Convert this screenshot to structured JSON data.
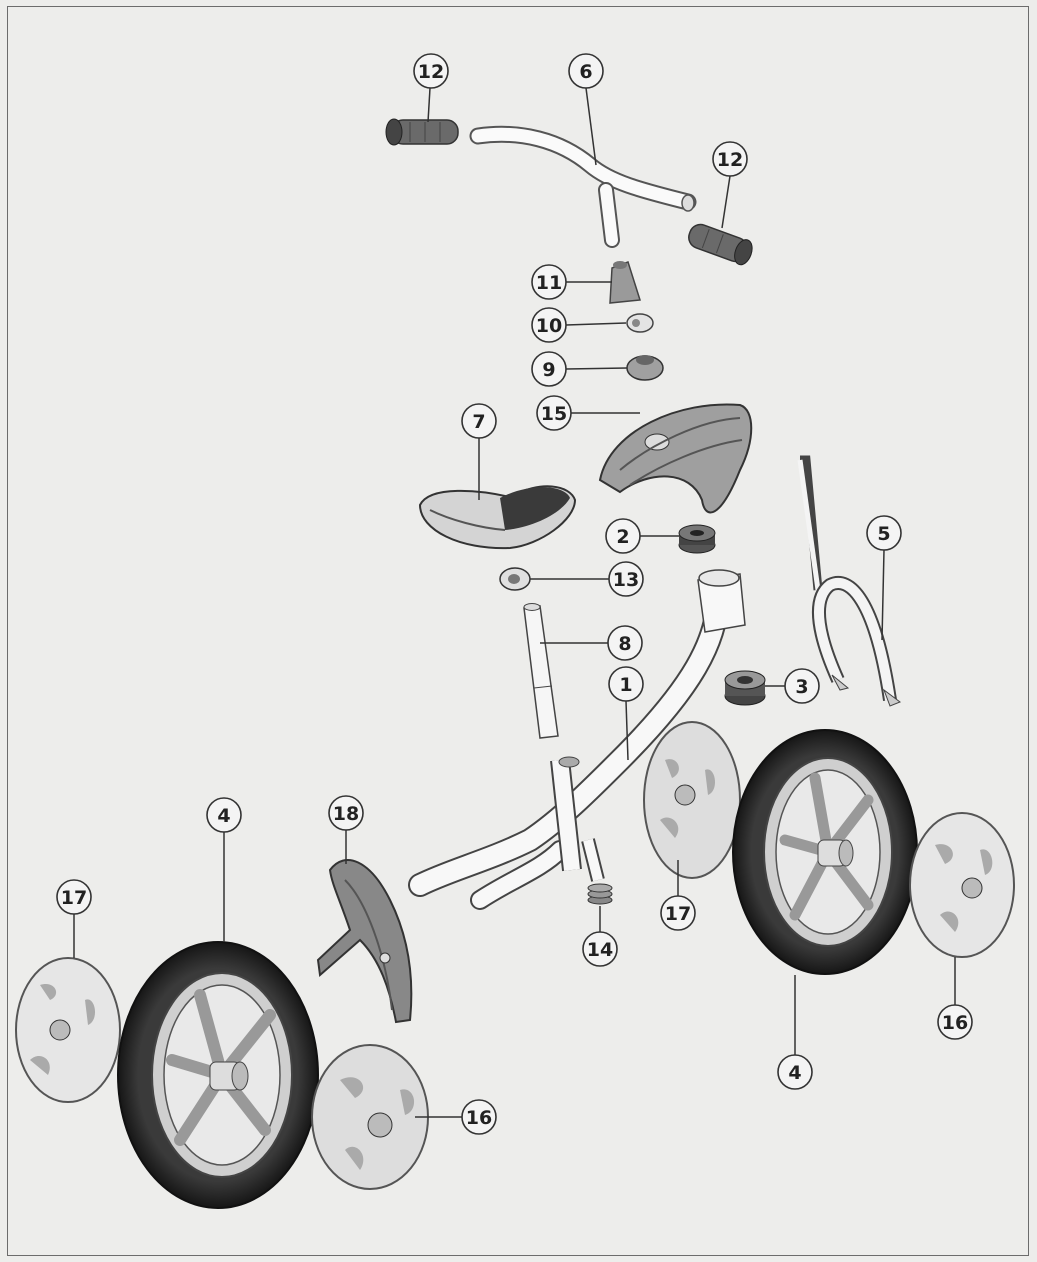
{
  "diagram": {
    "callouts": [
      {
        "id": "c12a",
        "label": "12"
      },
      {
        "id": "c6",
        "label": "6"
      },
      {
        "id": "c12b",
        "label": "12"
      },
      {
        "id": "c11",
        "label": "11"
      },
      {
        "id": "c10",
        "label": "10"
      },
      {
        "id": "c9",
        "label": "9"
      },
      {
        "id": "c15",
        "label": "15"
      },
      {
        "id": "c7",
        "label": "7"
      },
      {
        "id": "c2",
        "label": "2"
      },
      {
        "id": "c13",
        "label": "13"
      },
      {
        "id": "c5",
        "label": "5"
      },
      {
        "id": "c8",
        "label": "8"
      },
      {
        "id": "c3",
        "label": "3"
      },
      {
        "id": "c1",
        "label": "1"
      },
      {
        "id": "c4a",
        "label": "4"
      },
      {
        "id": "c18",
        "label": "18"
      },
      {
        "id": "c17a",
        "label": "17"
      },
      {
        "id": "c17b",
        "label": "17"
      },
      {
        "id": "c14",
        "label": "14"
      },
      {
        "id": "c16a",
        "label": "16"
      },
      {
        "id": "c16b",
        "label": "16"
      },
      {
        "id": "c4b",
        "label": "4"
      }
    ]
  }
}
